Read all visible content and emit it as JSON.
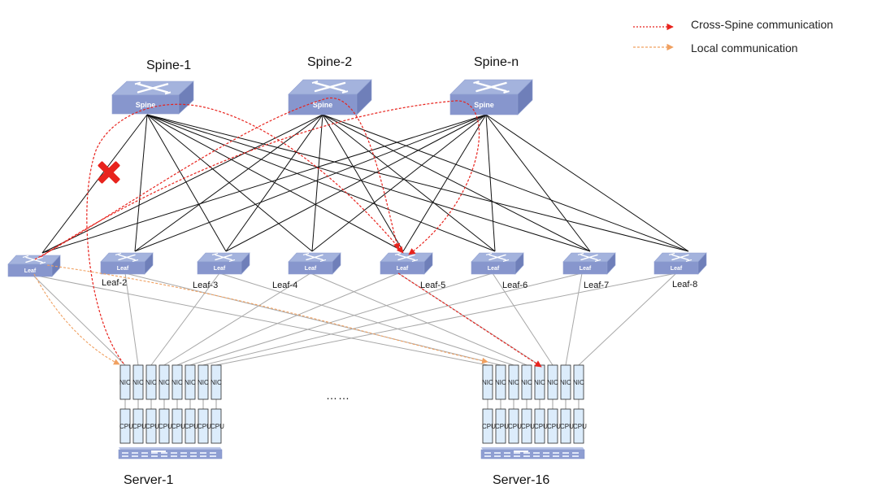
{
  "legend": {
    "cross_spine": "Cross-Spine communication",
    "local": "Local communication"
  },
  "spines": [
    {
      "label": "Spine-1",
      "device_text": "Spine"
    },
    {
      "label": "Spine-2",
      "device_text": "Spine"
    },
    {
      "label": "Spine-n",
      "device_text": "Spine"
    }
  ],
  "leaves": [
    {
      "label": "",
      "device_text": "Leaf"
    },
    {
      "label": "Leaf-2",
      "device_text": "Leaf"
    },
    {
      "label": "Leaf-3",
      "device_text": "Leaf"
    },
    {
      "label": "Leaf-4",
      "device_text": "Leaf"
    },
    {
      "label": "Leaf-5",
      "device_text": "Leaf"
    },
    {
      "label": "Leaf-6",
      "device_text": "Leaf"
    },
    {
      "label": "Leaf-7",
      "device_text": "Leaf"
    },
    {
      "label": "Leaf-8",
      "device_text": "Leaf"
    }
  ],
  "servers": [
    {
      "label": "Server-1"
    },
    {
      "label": "Server-16"
    }
  ],
  "nic_text": "NIC",
  "cpu_text": "CPU",
  "ellipsis": "……",
  "colors": {
    "cross_spine": "#e8231d",
    "local": "#f0a060",
    "fail_mark": "#e8231d",
    "device_top": "#a4b3dd",
    "device_front": "#8796cd",
    "device_side": "#6f7fb9",
    "chip_fill": "#dcecfb",
    "chip_stroke": "#2a2a2a",
    "mesh_line": "#111111",
    "leaf_server_line": "#a8a8a8"
  }
}
